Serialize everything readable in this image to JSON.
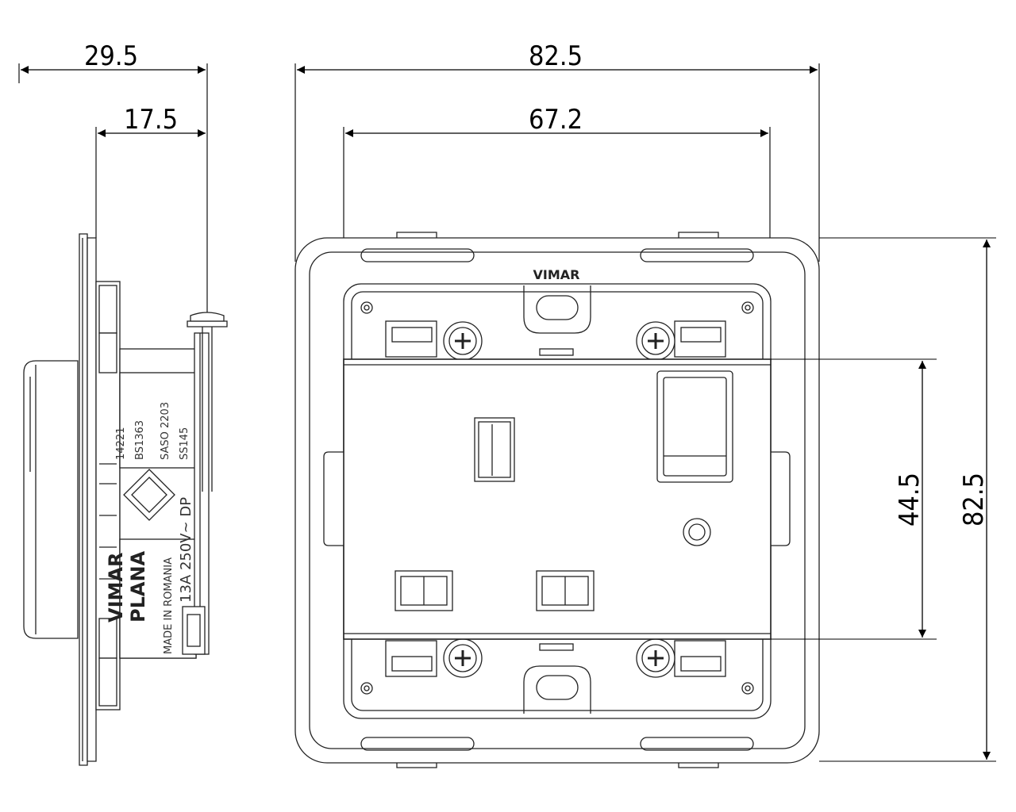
{
  "dimensions": {
    "side_total_depth": "29.5",
    "side_inner_depth": "17.5",
    "front_overall_width": "82.5",
    "front_inner_width": "67.2",
    "module_height": "44.5",
    "front_overall_height": "82.5"
  },
  "front": {
    "brand": "VIMAR"
  },
  "side_label": {
    "line1": "14221",
    "line2": "BS1363",
    "line3": "SASO 2203",
    "line4": "SS145",
    "rating": "13A 250V~ DP",
    "origin": "MADE IN ROMANIA",
    "brand": "VIMAR",
    "series": "PLANA"
  }
}
